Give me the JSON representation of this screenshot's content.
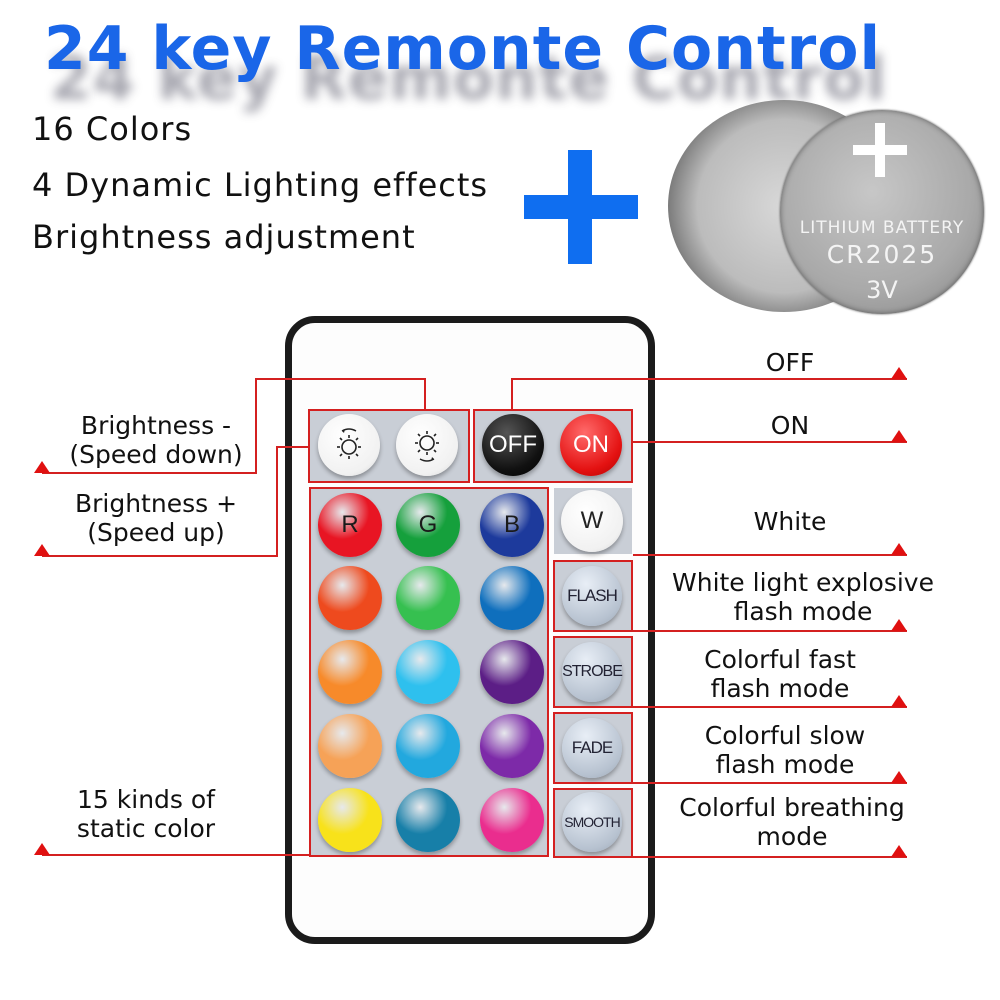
{
  "title": "24 key Remonte Control",
  "features": [
    "16 Colors",
    "4 Dynamic Lighting effects",
    "Brightness adjustment"
  ],
  "battery": {
    "line1": "LITHIUM BATTERY",
    "line2": "CR2025",
    "line3": "3V"
  },
  "remote": {
    "off_label": "OFF",
    "on_label": "ON",
    "r_label": "R",
    "g_label": "G",
    "b_label": "B",
    "w_label": "W",
    "flash_label": "FLASH",
    "strobe_label": "STROBE",
    "fade_label": "FADE",
    "smooth_label": "SMOOTH",
    "colors": [
      [
        "#e81523",
        "#15a03c",
        "#1d3a9c"
      ],
      [
        "#ee4a1e",
        "#36c050",
        "#0f6fbd"
      ],
      [
        "#f78a2a",
        "#2ec0ee",
        "#5c1e86"
      ],
      [
        "#f6a257",
        "#22a8de",
        "#7d2aa8"
      ],
      [
        "#f8e21a",
        "#177fa8",
        "#ea2d8e"
      ]
    ]
  },
  "callouts": {
    "brightness_minus": [
      "Brightness -",
      "(Speed down)"
    ],
    "brightness_plus": [
      "Brightness +",
      "(Speed up)"
    ],
    "static_color": [
      "15 kinds of",
      "static color"
    ],
    "off": "OFF",
    "on": "ON",
    "white": "White",
    "flash": [
      "White light explosive",
      "flash mode"
    ],
    "strobe": [
      "Colorful fast",
      "flash mode"
    ],
    "fade": [
      "Colorful slow",
      "flash mode"
    ],
    "smooth": [
      "Colorful breathing",
      "mode"
    ]
  },
  "accent_colors": {
    "title": "#1a66e8",
    "plus": "#0f6ef0",
    "callout_red": "#d42020"
  }
}
